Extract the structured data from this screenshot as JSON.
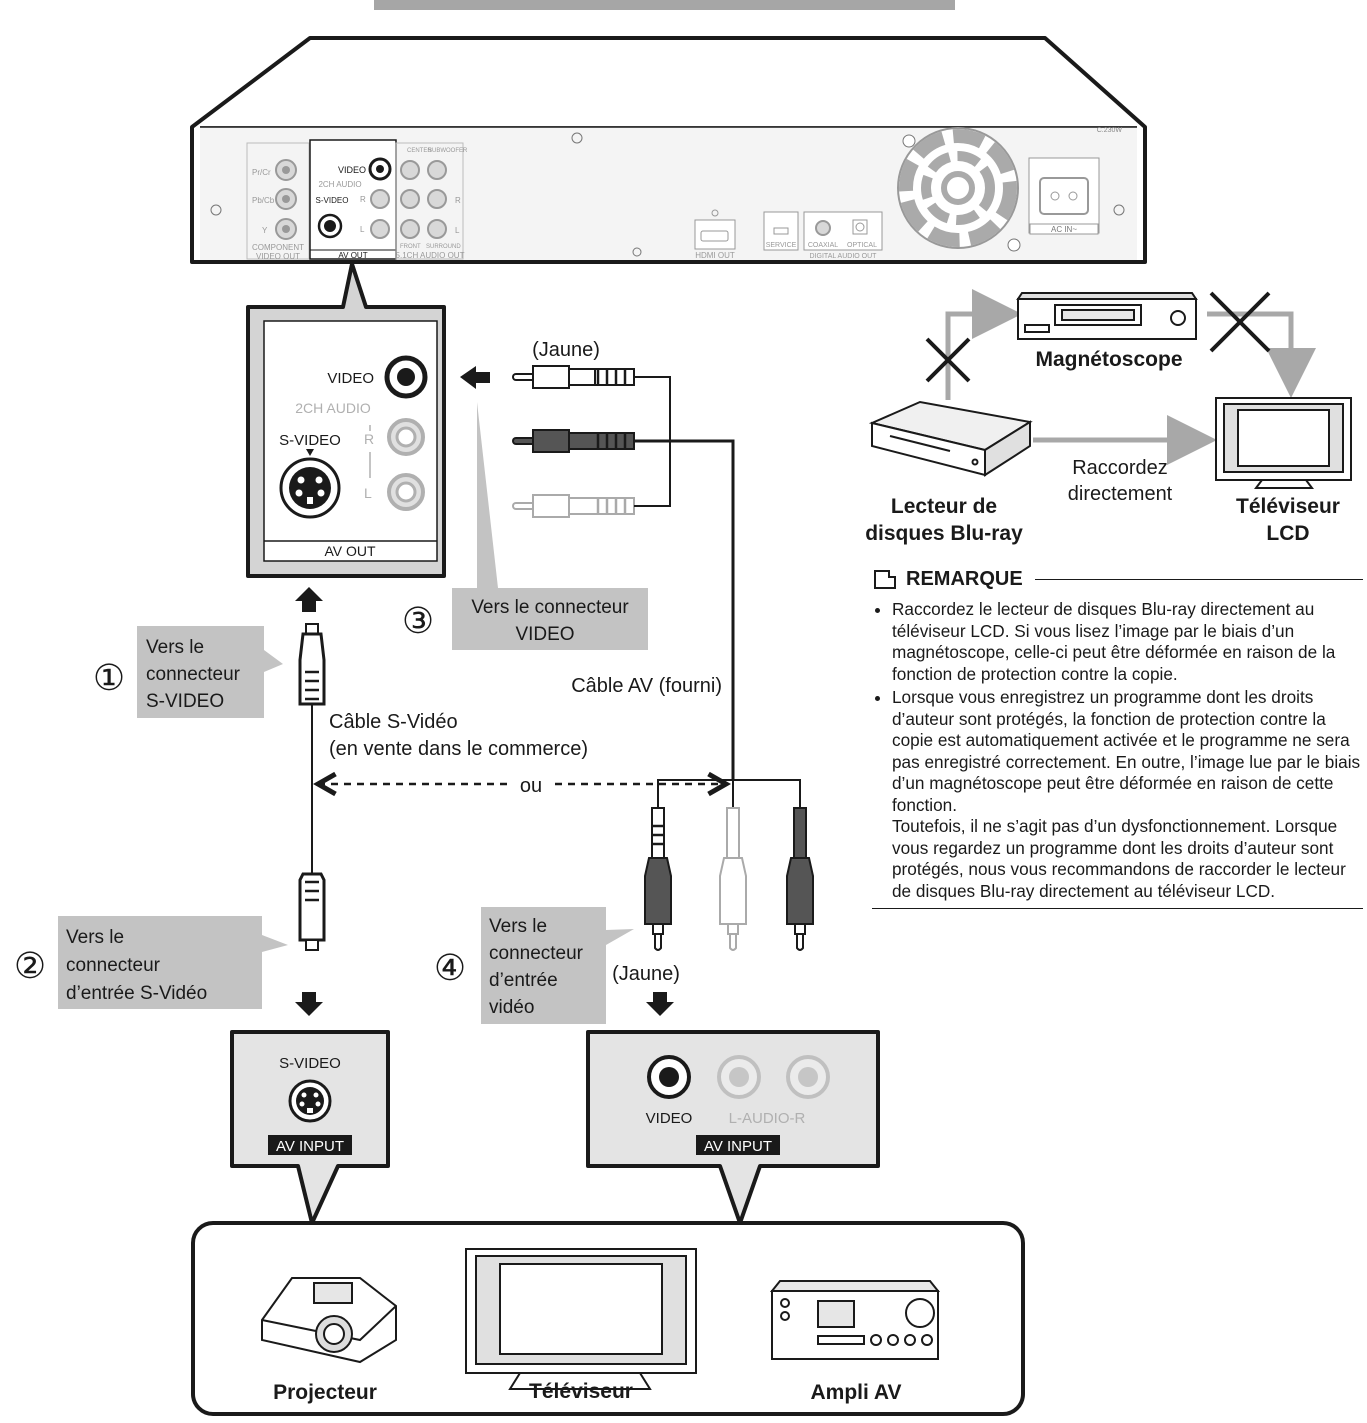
{
  "player_back": {
    "model_code": "C.230W",
    "component": {
      "labels": [
        "Pr/Cr",
        "Pb/Cb",
        "Y"
      ],
      "caption_1": "COMPONENT",
      "caption_2": "VIDEO OUT"
    },
    "av_out": {
      "video": "VIDEO",
      "audio": "2CH AUDIO",
      "svideo": "S-VIDEO",
      "r": "R",
      "l": "L",
      "caption": "AV OUT"
    },
    "ch51": {
      "center": "CENTER",
      "subwoofer": "SUBWOOFER",
      "front": "FRONT",
      "surround": "SURROUND",
      "r": "R",
      "l": "L",
      "caption": "5.1CH AUDIO OUT"
    },
    "hdmi": "HDMI OUT",
    "service": "SERVICE",
    "coaxial": "COAXIAL",
    "optical": "OPTICAL",
    "digital_caption": "DIGITAL AUDIO OUT",
    "ac_in": "AC  IN~"
  },
  "zoom_panel": {
    "video": "VIDEO",
    "audio": "2CH AUDIO",
    "r": "R",
    "l": "L",
    "svideo": "S-VIDEO",
    "caption": "AV OUT"
  },
  "callouts": {
    "c1": {
      "number": "①",
      "lines": [
        "Vers le",
        "connecteur",
        "S-VIDEO"
      ]
    },
    "c2": {
      "number": "②",
      "lines": [
        "Vers le",
        "connecteur",
        "d’entrée S-Vidéo"
      ]
    },
    "c3": {
      "number": "③",
      "lines": [
        "Vers le connecteur",
        "VIDEO"
      ]
    },
    "c4": {
      "number": "④",
      "lines": [
        "Vers le",
        "connecteur",
        "d’entrée",
        "vidéo"
      ]
    }
  },
  "cables": {
    "yellow_top": "(Jaune)",
    "yellow_bottom": "(Jaune)",
    "av_cable": "Câble AV (fourni)",
    "svideo_cable_1": "Câble S-Vidéo",
    "svideo_cable_2": "(en vente dans le commerce)",
    "or": "ou"
  },
  "inputs": {
    "left": {
      "svideo": "S-VIDEO",
      "badge": "AV INPUT"
    },
    "right": {
      "video": "VIDEO",
      "audio": "L-AUDIO-R",
      "badge": "AV INPUT"
    }
  },
  "devices": [
    "Projecteur",
    "Téléviseur",
    "Ampli AV"
  ],
  "side_diagram": {
    "vcr": "Magnétoscope",
    "player_1": "Lecteur de",
    "player_2": "disques Blu-ray",
    "tv_1": "Téléviseur",
    "tv_2": "LCD",
    "direct_1": "Raccordez",
    "direct_2": "directement"
  },
  "note": {
    "title": "REMARQUE",
    "items": [
      "Raccordez le lecteur de disques Blu-ray directement au téléviseur LCD. Si vous lisez l’image par le biais d’un magnétoscope, celle-ci peut être déformée en raison de la fonction de protection contre la copie.",
      "Lorsque vous enregistrez un programme dont les droits d’auteur sont protégés, la fonction de protection contre la copie est automatiquement activée et le programme ne sera pas enregistré correctement. En outre, l’image lue par le biais d’un magnétoscope peut être déformée en raison de cette fonction."
    ],
    "continuation": "Toutefois, il ne s’agit pas d’un dysfonctionnement. Lorsque vous regardez un programme dont les droits d’auteur sont protégés, nous vous recommandons de raccorder le lecteur de disques Blu-ray directement au téléviseur LCD."
  },
  "colors": {
    "callout_gray": "#c3c3c3",
    "panel_gray": "#e4e4e4",
    "line": "#1a1a1a",
    "muted": "#b5b5b5",
    "arrow_gray": "#a8a8a8"
  }
}
